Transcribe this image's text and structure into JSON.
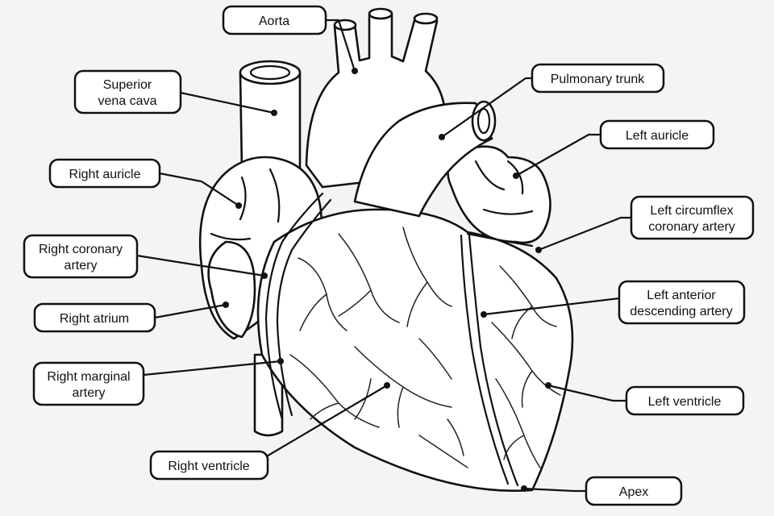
{
  "labels": [
    {
      "id": "aorta",
      "lines": [
        "Aorta"
      ]
    },
    {
      "id": "superior-vena-cava",
      "lines": [
        "Superior",
        "vena cava"
      ]
    },
    {
      "id": "pulmonary-trunk",
      "lines": [
        "Pulmonary trunk"
      ]
    },
    {
      "id": "left-auricle",
      "lines": [
        "Left auricle"
      ]
    },
    {
      "id": "right-auricle",
      "lines": [
        "Right auricle"
      ]
    },
    {
      "id": "left-circumflex",
      "lines": [
        "Left circumflex",
        "coronary artery"
      ]
    },
    {
      "id": "right-coronary",
      "lines": [
        "Right coronary",
        "artery"
      ]
    },
    {
      "id": "left-anterior-descending",
      "lines": [
        "Left anterior",
        "descending artery"
      ]
    },
    {
      "id": "right-atrium",
      "lines": [
        "Right atrium"
      ]
    },
    {
      "id": "right-marginal",
      "lines": [
        "Right marginal",
        "artery"
      ]
    },
    {
      "id": "left-ventricle",
      "lines": [
        "Left ventricle"
      ]
    },
    {
      "id": "right-ventricle",
      "lines": [
        "Right ventricle"
      ]
    },
    {
      "id": "apex",
      "lines": [
        "Apex"
      ]
    }
  ]
}
